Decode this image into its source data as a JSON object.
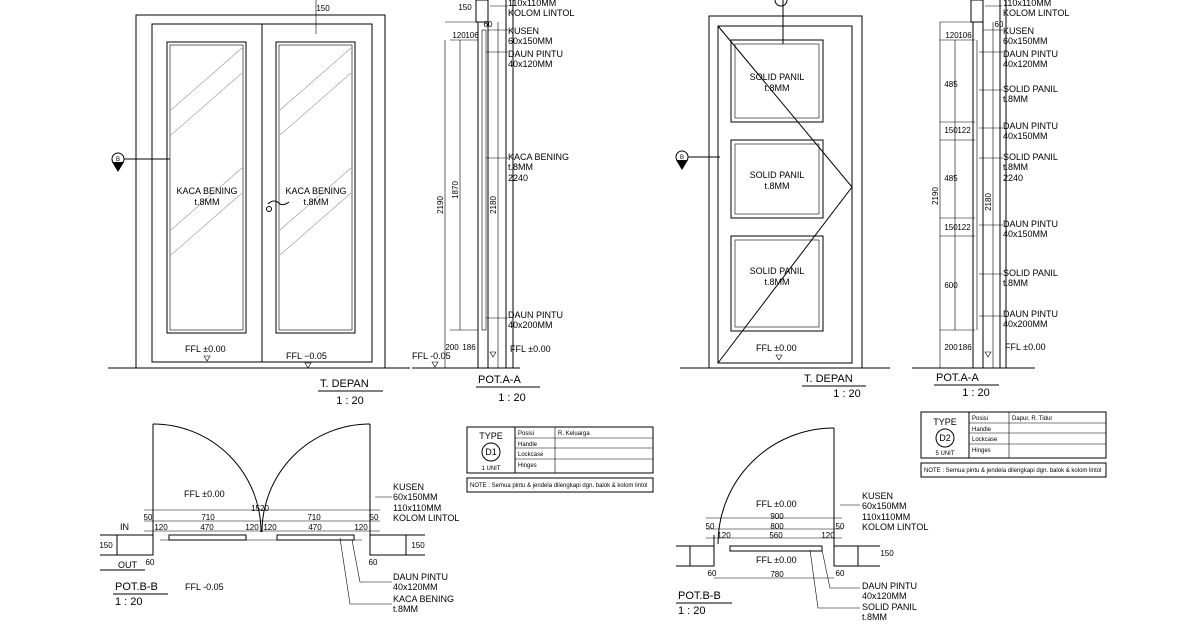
{
  "views": {
    "t_depan": "T. DEPAN",
    "pot_aa": "POT.A-A",
    "pot_bb": "POT.B-B",
    "scale": "1 : 20"
  },
  "materials": {
    "kaca_1": "KACA BENING",
    "kaca_2": "t.8MM",
    "solid_1": "SOLID PANIL",
    "solid_2": "t.8MM",
    "kusen_1": "KUSEN",
    "kusen_2": "60x150MM",
    "kolom_1": "110x110MM",
    "kolom_2": "KOLOM LINTOL",
    "daun_1": "DAUN PINTU",
    "daun_120": "40x120MM",
    "daun_150": "40x150MM",
    "daun_200": "40x200MM",
    "kaca_2240": "2240"
  },
  "levels": {
    "ffl_0": "FFL ±0.00",
    "ffl_neg": "FFL -0.05",
    "ffl_neg2": "FFL −0.05",
    "in": "IN",
    "out": "OUT"
  },
  "markers": {
    "b": "B"
  },
  "dims": {
    "d150": "150",
    "d120": "120",
    "d106": "106",
    "d60": "60",
    "d50": "50",
    "d200": "200",
    "d186": "186",
    "d1870": "1870",
    "d2190": "2190",
    "d2180": "2180",
    "d485": "485",
    "d122": "122",
    "d600": "600",
    "d1520": "1520",
    "d710": "710",
    "d470": "470",
    "d900": "900",
    "d800": "800",
    "d560": "560",
    "d780": "780"
  },
  "schedules": [
    {
      "type_label": "TYPE",
      "code": "D1",
      "unit": "1 UNIT",
      "fields": [
        "Posisi",
        "Handle",
        "Lockcase",
        "Hinges"
      ],
      "values": [
        "R. Keluarga",
        "",
        "",
        ""
      ],
      "note": "NOTE : Semua pintu & jendela dilengkapi dgn. balok & kolom lintol"
    },
    {
      "type_label": "TYPE",
      "code": "D2",
      "unit": "5 UNIT",
      "fields": [
        "Posisi",
        "Handle",
        "Lockcase",
        "Hinges"
      ],
      "values": [
        "Dapur, R. Tidur",
        "",
        "",
        ""
      ],
      "note": "NOTE : Semua pintu & jendela dilengkapi dgn. balok & kolom lintol"
    }
  ]
}
